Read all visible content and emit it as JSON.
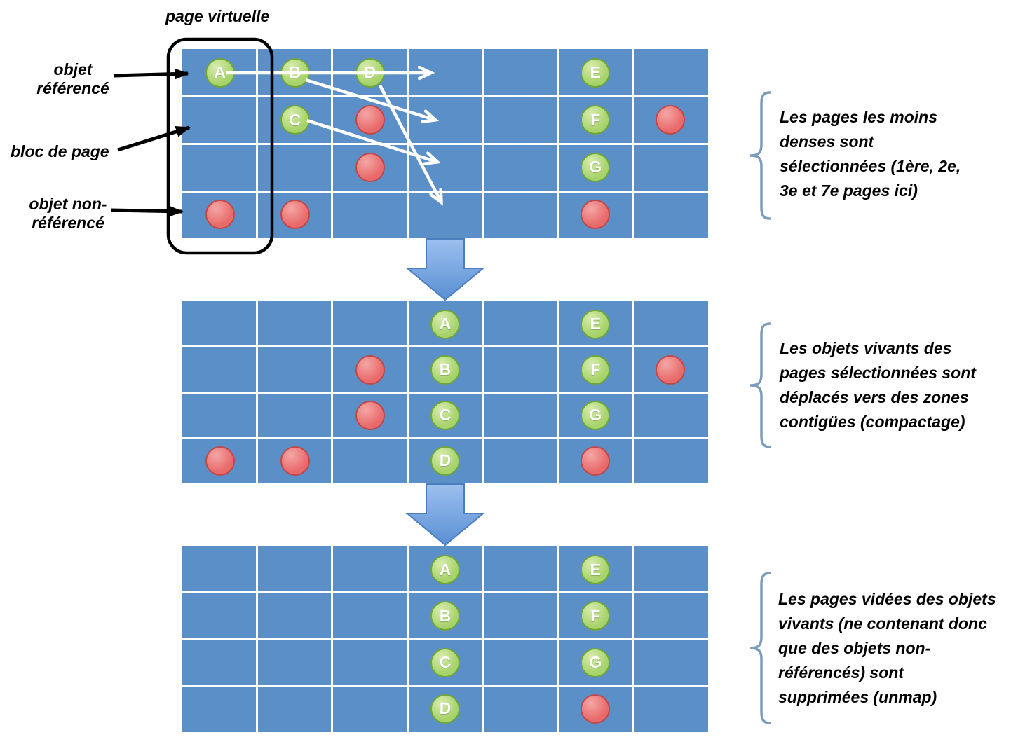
{
  "colors": {
    "cell_blue": "#5b8fc8",
    "green_fill": "#a6d36a",
    "green_border": "#71a637",
    "red_fill": "#e96a6a",
    "red_border": "#c04848",
    "down_arrow_light": "#9cc0ee",
    "down_arrow_dark": "#5a8fd4",
    "down_arrow_border": "#4a7ebf",
    "brace_color": "#7d9cbb"
  },
  "labels": {
    "page_virtuelle": "page virtuelle",
    "objet_reference": "objet\nréférencé",
    "bloc_de_page": "bloc de page",
    "objet_non_reference": "objet non-\nréférencé"
  },
  "annotations": [
    {
      "text": "Les pages les moins\ndenses sont\nsélectionnées (1ère, 2e,\n3e et 7e pages ici)"
    },
    {
      "text": "Les objets vivants des\npages sélectionnées sont\ndéplacés vers des zones\ncontigües (compactage)"
    },
    {
      "text": "Les pages vidées des objets\nvivants (ne contenant donc\nque des objets non-\nréférencés) sont\nsupprimées (unmap)"
    }
  ],
  "grids": [
    {
      "name": "memory-grid-initial",
      "cols": 7,
      "rows": 4,
      "objects": [
        {
          "col": 0,
          "row": 0,
          "type": "referenced",
          "label": "A"
        },
        {
          "col": 1,
          "row": 0,
          "type": "referenced",
          "label": "B"
        },
        {
          "col": 2,
          "row": 0,
          "type": "referenced",
          "label": "D"
        },
        {
          "col": 5,
          "row": 0,
          "type": "referenced",
          "label": "E"
        },
        {
          "col": 1,
          "row": 1,
          "type": "referenced",
          "label": "C"
        },
        {
          "col": 2,
          "row": 1,
          "type": "unreferenced",
          "label": ""
        },
        {
          "col": 5,
          "row": 1,
          "type": "referenced",
          "label": "F"
        },
        {
          "col": 6,
          "row": 1,
          "type": "unreferenced",
          "label": ""
        },
        {
          "col": 2,
          "row": 2,
          "type": "unreferenced",
          "label": ""
        },
        {
          "col": 5,
          "row": 2,
          "type": "referenced",
          "label": "G"
        },
        {
          "col": 0,
          "row": 3,
          "type": "unreferenced",
          "label": ""
        },
        {
          "col": 1,
          "row": 3,
          "type": "unreferenced",
          "label": ""
        },
        {
          "col": 5,
          "row": 3,
          "type": "unreferenced",
          "label": ""
        }
      ]
    },
    {
      "name": "memory-grid-compacted",
      "cols": 7,
      "rows": 4,
      "objects": [
        {
          "col": 3,
          "row": 0,
          "type": "referenced",
          "label": "A"
        },
        {
          "col": 5,
          "row": 0,
          "type": "referenced",
          "label": "E"
        },
        {
          "col": 2,
          "row": 1,
          "type": "unreferenced",
          "label": ""
        },
        {
          "col": 3,
          "row": 1,
          "type": "referenced",
          "label": "B"
        },
        {
          "col": 5,
          "row": 1,
          "type": "referenced",
          "label": "F"
        },
        {
          "col": 6,
          "row": 1,
          "type": "unreferenced",
          "label": ""
        },
        {
          "col": 2,
          "row": 2,
          "type": "unreferenced",
          "label": ""
        },
        {
          "col": 3,
          "row": 2,
          "type": "referenced",
          "label": "C"
        },
        {
          "col": 5,
          "row": 2,
          "type": "referenced",
          "label": "G"
        },
        {
          "col": 0,
          "row": 3,
          "type": "unreferenced",
          "label": ""
        },
        {
          "col": 1,
          "row": 3,
          "type": "unreferenced",
          "label": ""
        },
        {
          "col": 3,
          "row": 3,
          "type": "referenced",
          "label": "D"
        },
        {
          "col": 5,
          "row": 3,
          "type": "unreferenced",
          "label": ""
        }
      ]
    },
    {
      "name": "memory-grid-unmapped",
      "cols": 7,
      "rows": 4,
      "objects": [
        {
          "col": 3,
          "row": 0,
          "type": "referenced",
          "label": "A"
        },
        {
          "col": 5,
          "row": 0,
          "type": "referenced",
          "label": "E"
        },
        {
          "col": 3,
          "row": 1,
          "type": "referenced",
          "label": "B"
        },
        {
          "col": 5,
          "row": 1,
          "type": "referenced",
          "label": "F"
        },
        {
          "col": 3,
          "row": 2,
          "type": "referenced",
          "label": "C"
        },
        {
          "col": 5,
          "row": 2,
          "type": "referenced",
          "label": "G"
        },
        {
          "col": 3,
          "row": 3,
          "type": "referenced",
          "label": "D"
        },
        {
          "col": 5,
          "row": 3,
          "type": "unreferenced",
          "label": ""
        }
      ]
    }
  ]
}
